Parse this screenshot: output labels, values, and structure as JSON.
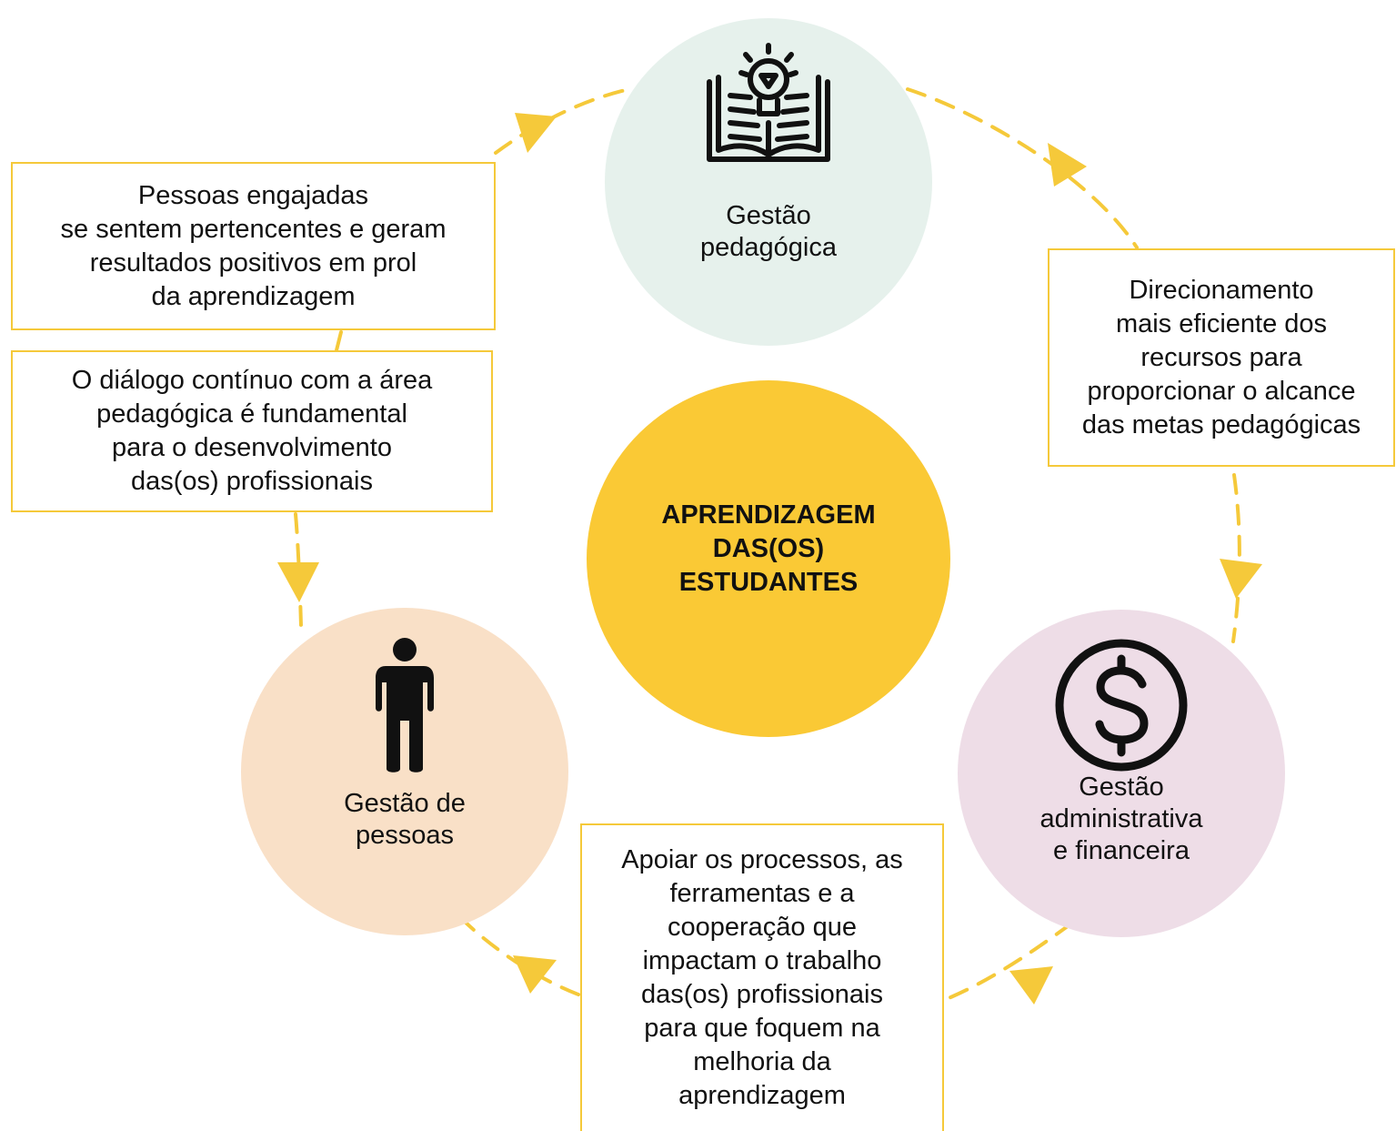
{
  "colors": {
    "accent": "#f5c93a",
    "center_fill": "#fac935",
    "pedagogica_fill": "#e6f1ec",
    "administrativa_fill": "#eedde7",
    "pessoas_fill": "#f9e0c7"
  },
  "center": {
    "label": "APRENDIZAGEM\nDAS(OS)\nESTUDANTES"
  },
  "nodes": {
    "pedagogica": {
      "label": "Gestão\npedagógica",
      "icon": "book-lightbulb-icon"
    },
    "administrativa": {
      "label": "Gestão\nadministrativa\ne financeira",
      "icon": "dollar-circle-icon"
    },
    "pessoas": {
      "label": "Gestão de\npessoas",
      "icon": "person-icon"
    }
  },
  "boxes": {
    "engajadas": "Pessoas engajadas\nse sentem pertencentes e geram\nresultados positivos em prol\nda aprendizagem",
    "dialogo": "O diálogo contínuo com a área\npedagógica é fundamental\npara o desenvolvimento\ndas(os) profissionais",
    "direcionamento": "Direcionamento\nmais eficiente dos\nrecursos para\nproporcionar o alcance\ndas metas pedagógicas",
    "apoiar": "Apoiar os processos, as\nferramentas e a\ncooperação que\nimpactam o trabalho\ndas(os) profissionais\npara que foquem na\nmelhoria da\naprendizagem"
  }
}
